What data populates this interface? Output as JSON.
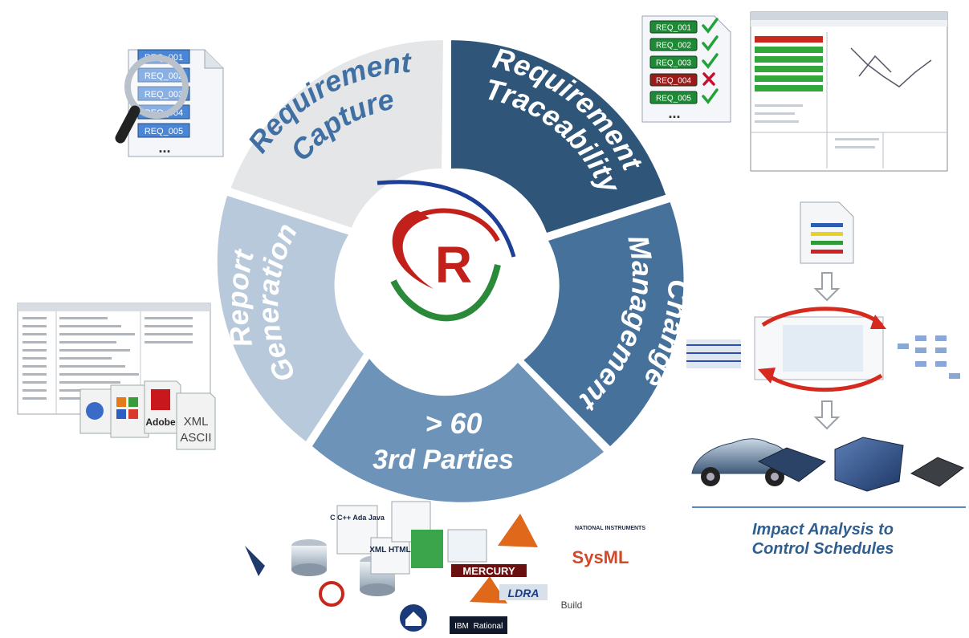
{
  "wheel": {
    "segments": [
      {
        "id": "capture",
        "lines": [
          "Requirement",
          "Capture"
        ],
        "color": "#e4e6e8",
        "text_color": "#3f6fa3"
      },
      {
        "id": "traceability",
        "lines": [
          "Requirement",
          "Traceability"
        ],
        "color": "#2f5679",
        "text_color": "#ffffff"
      },
      {
        "id": "change",
        "lines": [
          "Change",
          "Management"
        ],
        "color": "#46719a",
        "text_color": "#ffffff"
      },
      {
        "id": "parties",
        "lines": [
          "> 60",
          "3rd Parties"
        ],
        "color": "#6d93b9",
        "text_color": "#ffffff"
      },
      {
        "id": "report",
        "lines": [
          "Report",
          "Generation"
        ],
        "color": "#b7c9db",
        "text_color": "#ffffff"
      }
    ],
    "logo_letter": "R"
  },
  "req_list": {
    "items": [
      {
        "label": "REQ_001",
        "status": "ok"
      },
      {
        "label": "REQ_002",
        "status": "ok"
      },
      {
        "label": "REQ_003",
        "status": "ok"
      },
      {
        "label": "REQ_004",
        "status": "fail"
      },
      {
        "label": "REQ_005",
        "status": "ok"
      }
    ],
    "more": "..."
  },
  "capture_doc": {
    "items": [
      "REQ_001",
      "REQ_002",
      "REQ_003",
      "REQ_004",
      "REQ_005"
    ],
    "more": "..."
  },
  "report_formats": [
    "Adobe",
    "XML",
    "ASCII"
  ],
  "third_party_labels": [
    "MERCURY",
    "LDRA",
    "SysML",
    "C C++ Ada Java",
    "XML HTML",
    "Rational",
    "NATIONAL INSTRUMENTS",
    "IBM",
    "Build"
  ],
  "impact": {
    "caption_lines": [
      "Impact Analysis to",
      "Control Schedules"
    ]
  },
  "colors": {
    "check": "#22a33a",
    "cross": "#c8102e",
    "req_ok": "#1f8a36",
    "req_fail": "#9c1a1a",
    "caption": "#2f5e8f"
  }
}
